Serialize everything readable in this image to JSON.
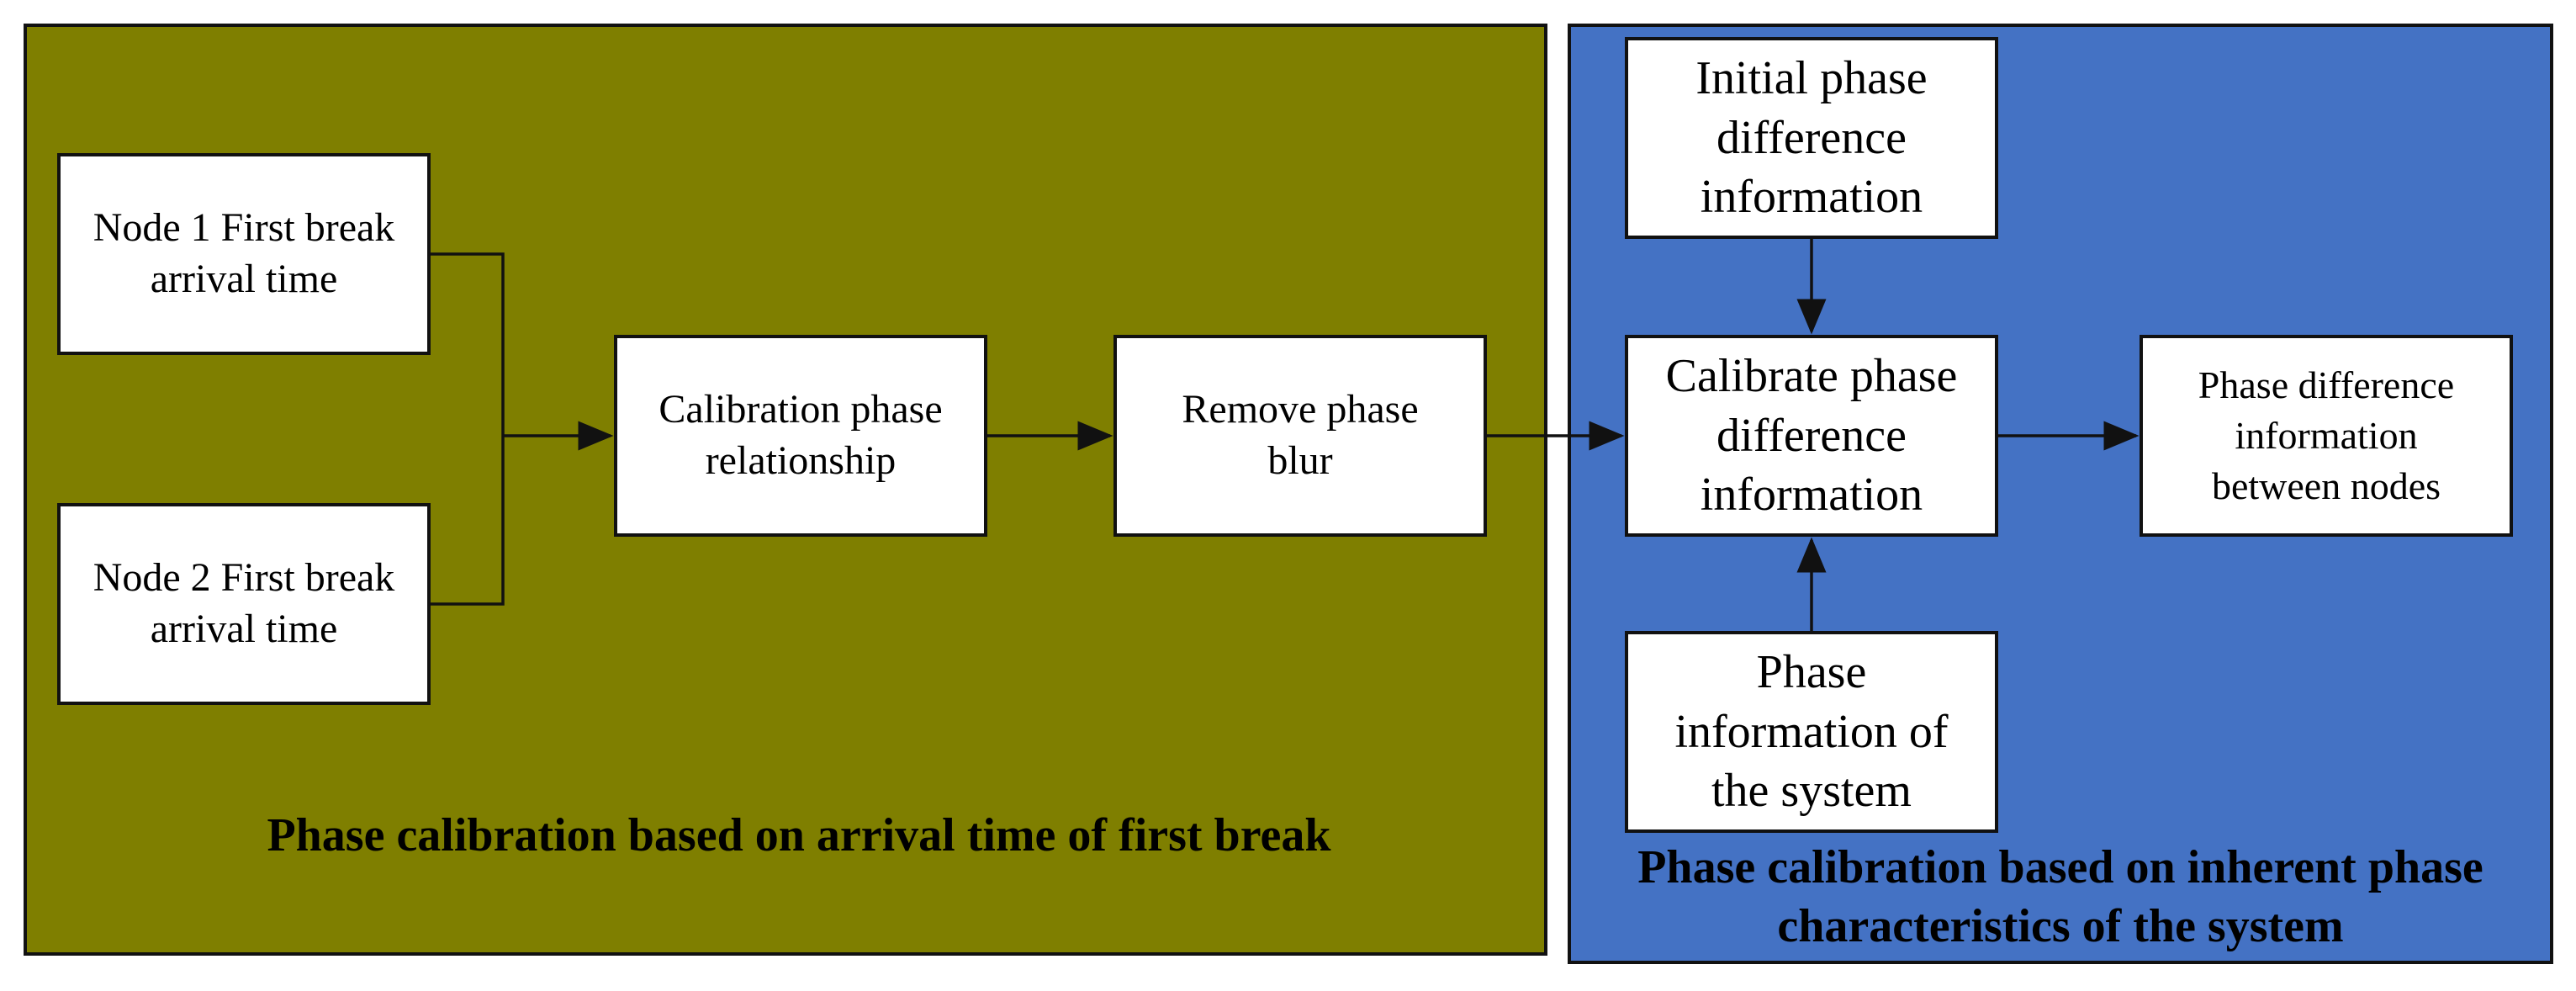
{
  "nodes": {
    "node1": "Node 1 First break arrival time",
    "node2": "Node 2 First break arrival time",
    "calibration_phase": "Calibration phase relationship",
    "remove_blur": "Remove phase blur",
    "initial_phase": "Initial phase difference information",
    "calibrate_phase": "Calibrate phase difference information",
    "phase_info_system": "Phase information of the system",
    "phase_diff_nodes": "Phase difference information between nodes"
  },
  "regions": {
    "left_label": "Phase calibration based on arrival time of first break",
    "right_label": "Phase calibration based on inherent phase characteristics of the system"
  },
  "colors": {
    "left_region": "#7f7f00",
    "right_region": "#4472c4",
    "box_fill": "#ffffff",
    "stroke": "#111111"
  }
}
